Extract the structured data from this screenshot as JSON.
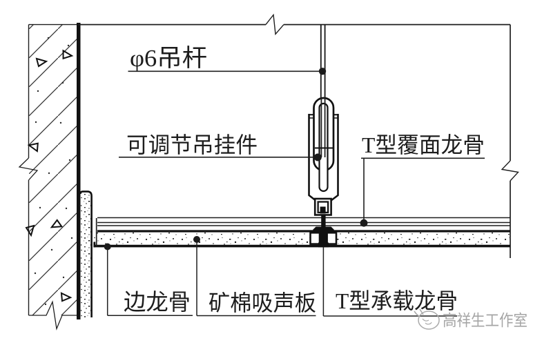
{
  "labels": {
    "hanger_rod": "φ6吊杆",
    "adjustable_hanger": "可调节吊挂件",
    "t_face_runner": "T型覆面龙骨",
    "edge_runner": "边龙骨",
    "mineral_wool_board": "矿棉吸声板",
    "t_load_runner": "T型承载龙骨"
  },
  "watermark": {
    "studio_name": "高祥生工作室"
  },
  "colors": {
    "line": "#1e1e1e",
    "fill_black": "#111111",
    "watermark_gray": "#a5a5a5",
    "background": "#ffffff"
  }
}
